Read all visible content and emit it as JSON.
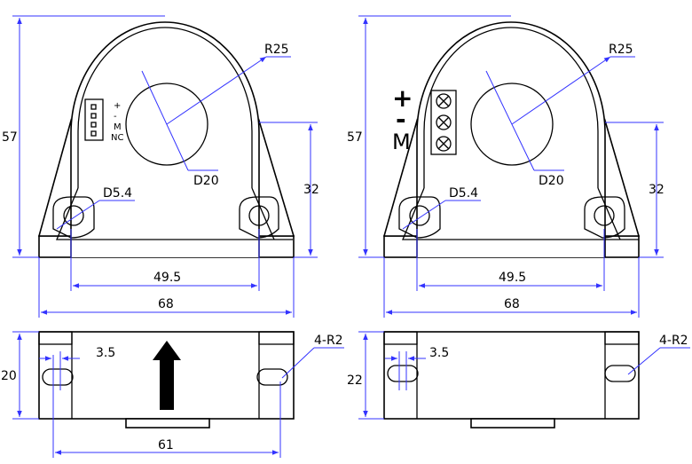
{
  "diagram": {
    "left_front": {
      "height": "57",
      "radius": "R25",
      "hole": "D20",
      "mount_hole": "D5.4",
      "side_height": "32",
      "hole_spacing": "49.5",
      "width": "68",
      "pins": [
        "+",
        "-",
        "M",
        "NC"
      ]
    },
    "right_front": {
      "height": "57",
      "radius": "R25",
      "hole": "D20",
      "mount_hole": "D5.4",
      "side_height": "32",
      "hole_spacing": "49.5",
      "width": "68",
      "terminals": [
        "+",
        "-",
        "M"
      ]
    },
    "left_bottom": {
      "depth": "20",
      "slot_width": "3.5",
      "slot_label": "4-R2",
      "slot_spacing": "61"
    },
    "right_bottom": {
      "depth": "22",
      "slot_width": "3.5",
      "slot_label": "4-R2"
    }
  }
}
